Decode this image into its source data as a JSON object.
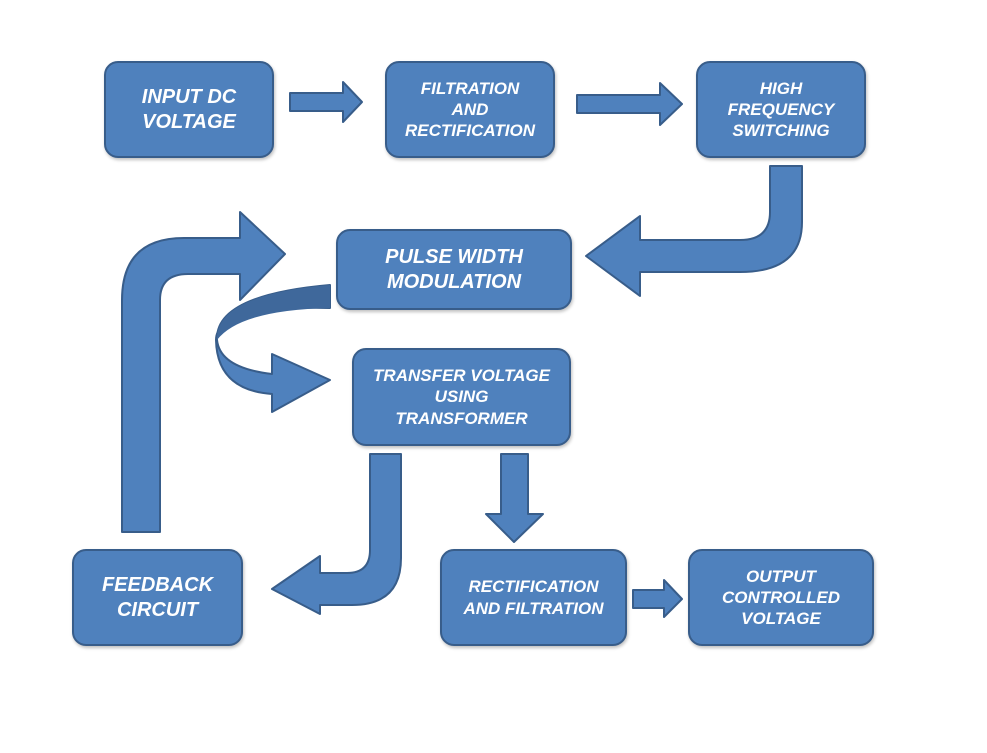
{
  "diagram": {
    "nodes": {
      "input_dc_voltage": "INPUT DC\nVOLTAGE",
      "filtration_rectification": "FILTRATION\nAND\nRECTIFICATION",
      "high_frequency_switching": "HIGH\nFREQUENCY\nSWITCHING",
      "pulse_width_modulation": "PULSE WIDTH\nMODULATION",
      "transfer_voltage": "TRANSFER VOLTAGE\nUSING\nTRANSFORMER",
      "feedback_circuit": "FEEDBACK\nCIRCUIT",
      "rectification_filtration": "RECTIFICATION\nAND FILTRATION",
      "output_controlled_voltage": "OUTPUT\nCONTROLLED\nVOLTAGE"
    },
    "edges": [
      [
        "input_dc_voltage",
        "filtration_rectification"
      ],
      [
        "filtration_rectification",
        "high_frequency_switching"
      ],
      [
        "high_frequency_switching",
        "pulse_width_modulation"
      ],
      [
        "pulse_width_modulation",
        "transfer_voltage"
      ],
      [
        "transfer_voltage",
        "feedback_circuit"
      ],
      [
        "transfer_voltage",
        "rectification_filtration"
      ],
      [
        "rectification_filtration",
        "output_controlled_voltage"
      ],
      [
        "feedback_circuit",
        "pulse_width_modulation"
      ]
    ],
    "colors": {
      "fill": "#4f81bd",
      "border": "#385d8a",
      "text": "#ffffff",
      "dark_fill": "#3f689b"
    }
  }
}
